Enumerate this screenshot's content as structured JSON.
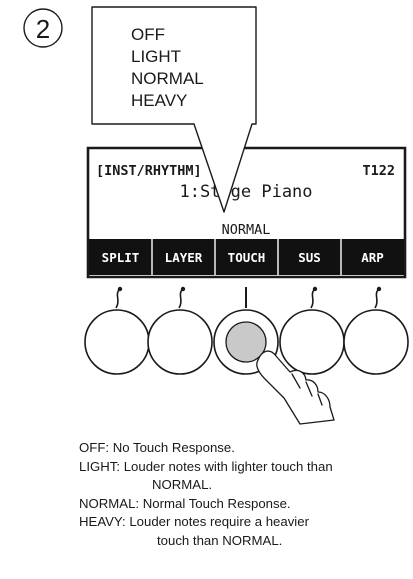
{
  "step": {
    "number": "2"
  },
  "callout": {
    "options": [
      "OFF",
      "LIGHT",
      "NORMAL",
      "HEAVY"
    ]
  },
  "display": {
    "header_left": "[INST/RHYTHM]",
    "tempo": "T122",
    "tone": "1:Stage Piano",
    "setting_value": "NORMAL",
    "buttons": [
      "SPLIT",
      "LAYER",
      "TOUCH",
      "SUS",
      "ARP"
    ]
  },
  "knobs": {
    "count": 5,
    "pressed_index": 2
  },
  "colors": {
    "lcd_bar": "#111111",
    "pressed_knob": "#c9c9c9",
    "ink": "#1a1a1a"
  },
  "descriptions": [
    {
      "term": "OFF:",
      "text": "No Touch Response.",
      "cont": ""
    },
    {
      "term": "LIGHT:",
      "text": "Louder notes with lighter touch than",
      "cont": "NORMAL."
    },
    {
      "term": "NORMAL:",
      "text": "Normal Touch Response.",
      "cont": ""
    },
    {
      "term": "HEAVY:",
      "text": "Louder notes require a heavier",
      "cont": "touch than NORMAL."
    }
  ]
}
